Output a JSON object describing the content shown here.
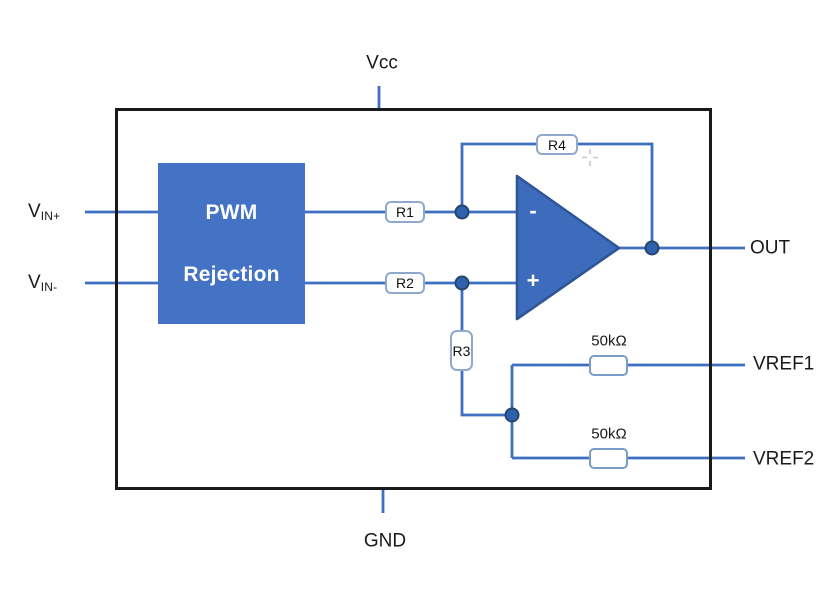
{
  "pins": {
    "vcc": "Vcc",
    "gnd": "GND",
    "vin_plus": {
      "main": "V",
      "sub": "IN+"
    },
    "vin_minus": {
      "main": "V",
      "sub": "IN-"
    },
    "out": "OUT",
    "vref1": "VREF1",
    "vref2": "VREF2"
  },
  "blocks": {
    "pwm": {
      "line1": "PWM",
      "line2": "Rejection"
    },
    "opamp": {
      "inverting": "-",
      "noninverting": "+"
    }
  },
  "resistors": {
    "r1": "R1",
    "r2": "R2",
    "r3": "R3",
    "r4": "R4",
    "ref1": "50kΩ",
    "ref2": "50kΩ"
  },
  "colors": {
    "wire": "#3f6fc0",
    "block_fill": "#4472c4",
    "opamp_fill": "#3e6cbd",
    "opamp_stroke": "#2f5597",
    "junction_dot_fill": "#2e62ad",
    "junction_dot_stroke": "#24466e",
    "ic_border": "#1a1a1a",
    "resistor_border": "#8ea9cd"
  }
}
